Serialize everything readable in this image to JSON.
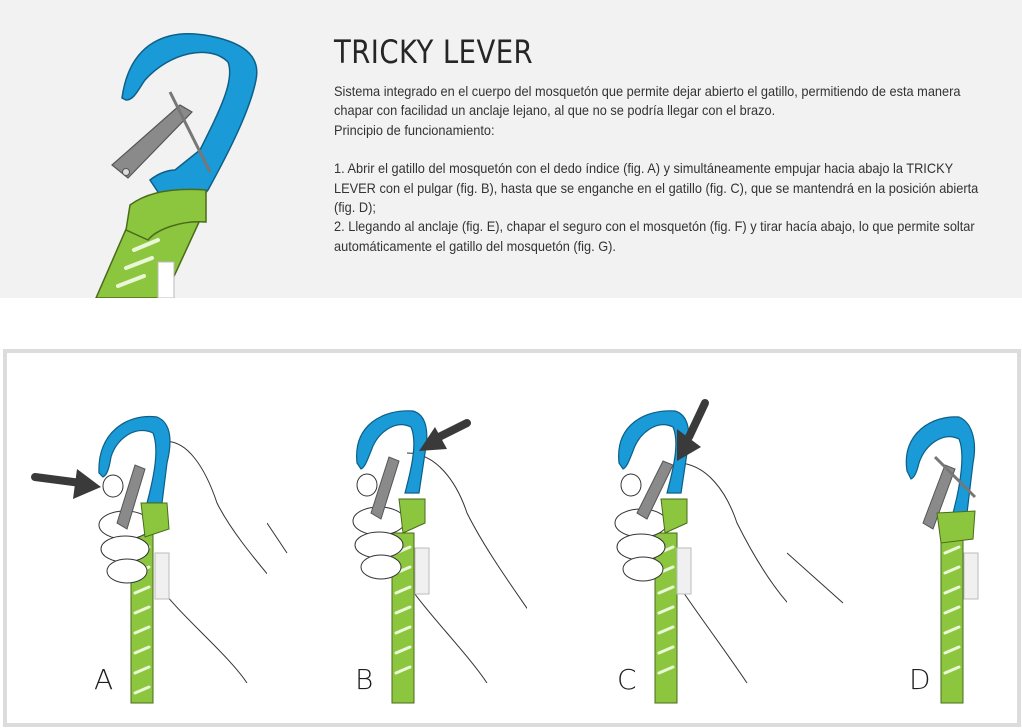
{
  "header": {
    "title": "TRICKY LEVER",
    "description": "Sistema integrado en el cuerpo del mosquetón que permite dejar abierto el gatillo, permitiendo de esta manera chapar con facilidad un anclaje lejano, al que no se podría llegar con el brazo.",
    "principle_label": "Principio de funcionamiento:",
    "steps": [
      "1.  Abrir el gatillo del mosquetón con el dedo índice (fig. A) y simultáneamente empujar hacia abajo la TRICKY LEVER con el pulgar (fig. B), hasta que se enganche en el gatillo (fig. C), que se mantendrá en la posición abierta (fig. D);",
      "2.  Llegando al anclaje (fig. E), chapar el seguro con el mosquetón (fig. F) y tirar hacía abajo, lo que permite soltar automáticamente el gatillo del mosquetón (fig. G)."
    ]
  },
  "figures": [
    {
      "label": "A",
      "icon": "hand-carabiner-arrow-icon"
    },
    {
      "label": "B",
      "icon": "hand-carabiner-arrow-icon"
    },
    {
      "label": "C",
      "icon": "hand-carabiner-arrow-icon"
    },
    {
      "label": "D",
      "icon": "carabiner-open-icon"
    }
  ],
  "colors": {
    "carabiner_blue": "#1a9ad6",
    "sling_green": "#8cc63f",
    "lever_gray": "#8a8a8a",
    "arrow": "#3a3a3a",
    "top_bg": "#f2f2f2",
    "frame_border": "#dcdcdc"
  }
}
